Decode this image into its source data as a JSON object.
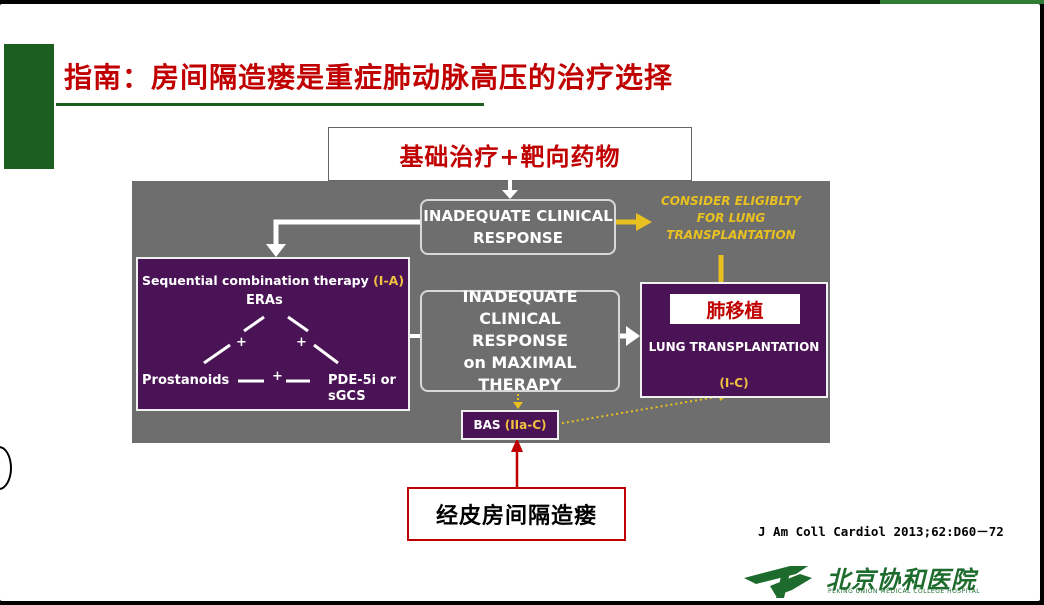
{
  "title": "指南：房间隔造瘘是重症肺动脉高压的治疗选择",
  "basic_therapy": "基础治疗+靶向药物",
  "inadequate_1": [
    "INADEQUATE CLINICAL",
    "RESPONSE"
  ],
  "consider": [
    "CONSIDER ELIGIBLTY",
    "FOR LUNG",
    "TRANSPLANTATION"
  ],
  "sequential": {
    "title": "Sequential combination therapy",
    "level": "(I-A)",
    "eras": "ERAs",
    "prostanoids": "Prostanoids",
    "pde": "PDE-5i or",
    "sgcs": "sGCS",
    "plus": "+"
  },
  "inadequate_2": [
    "INADEQUATE CLINICAL",
    "RESPONSE",
    "on MAXIMAL THERAPY"
  ],
  "lung": {
    "cn": "肺移植",
    "en": "LUNG TRANSPLANTATION",
    "level": "(I-C)"
  },
  "bas": {
    "label": "BAS",
    "level": "(IIa-C)"
  },
  "atrial_septostomy": "经皮房间隔造瘘",
  "citation": "J Am Coll Cardiol 2013;62:D60－72",
  "logo": {
    "cn": "北京协和医院",
    "en": "PEKING UNION MEDICAL COLLEGE HOSPITAL"
  },
  "colors": {
    "title_red": "#c00000",
    "header_green": "#1b5e20",
    "panel_gray": "#6e6e6e",
    "box_purple": "#4a1356",
    "accent_yellow": "#e8c020"
  }
}
